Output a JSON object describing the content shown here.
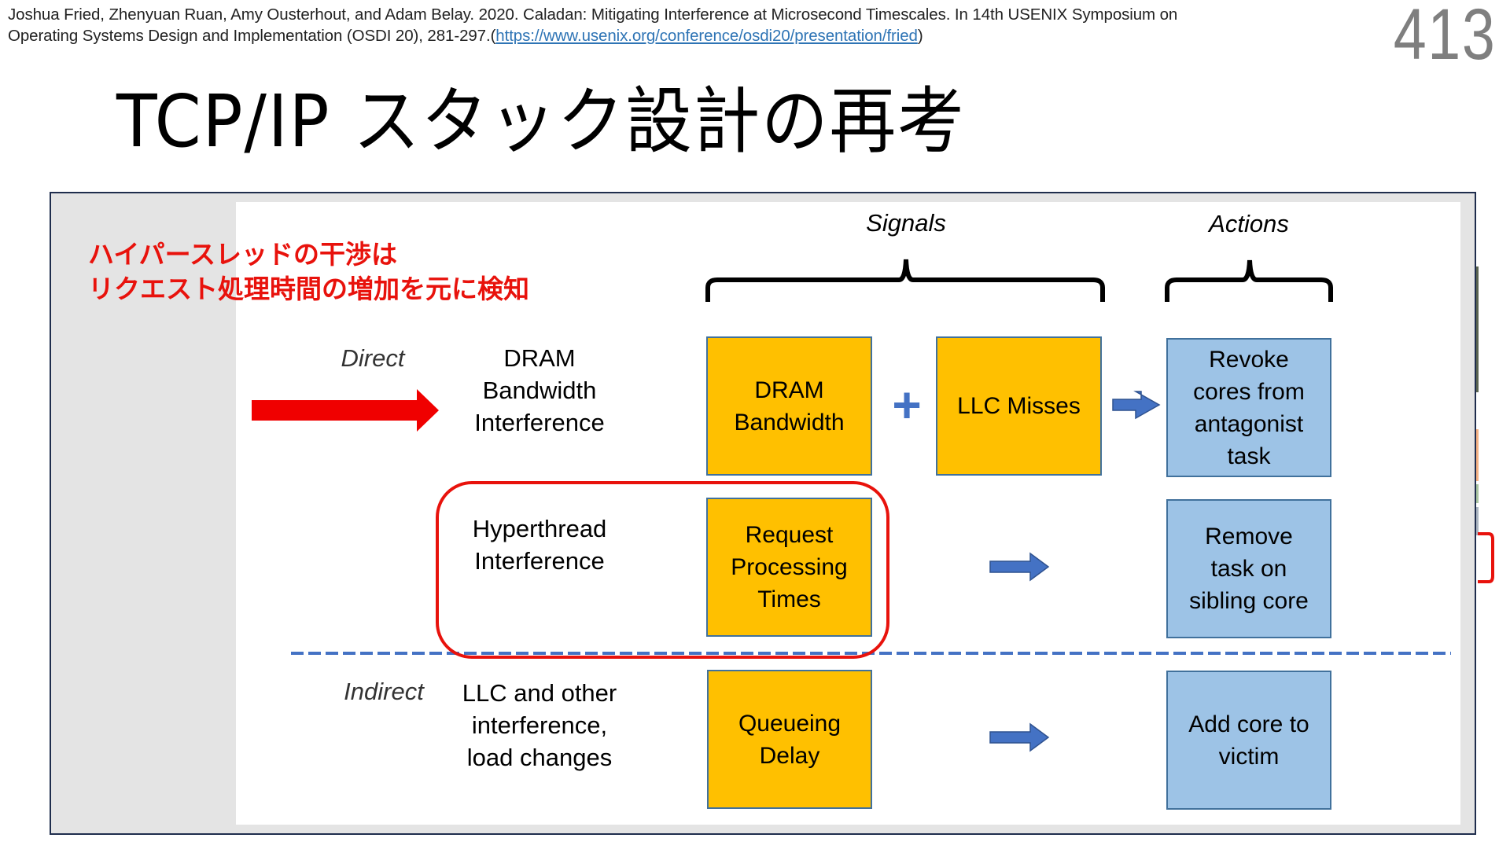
{
  "citation": {
    "line1": "Joshua Fried, Zhenyuan Ruan, Amy Ousterhout, and Adam Belay. 2020. Caladan: Mitigating Interference at Microsecond Timescales. In 14th USENIX Symposium on",
    "line2_prefix": "Operating Systems Design and Implementation (OSDI 20), 281-297.(",
    "link_text": "https://www.usenix.org/conference/osdi20/presentation/fried",
    "line2_suffix": ")"
  },
  "page_number": "413",
  "title": "TCP/IP スタック設計の再考",
  "annotation": {
    "line1": "ハイパースレッドの干渉は",
    "line2": "リクエスト処理時間の増加を元に検知",
    "color": "#E8120C"
  },
  "diagram": {
    "headers": {
      "signals": "Signals",
      "actions": "Actions"
    },
    "row_labels": {
      "direct": "Direct",
      "indirect": "Indirect"
    },
    "rows": [
      {
        "interference": [
          "DRAM",
          "Bandwidth",
          "Interference"
        ],
        "signals": [
          [
            "DRAM",
            "Bandwidth"
          ],
          [
            "LLC Misses"
          ]
        ],
        "combiner": "+",
        "action": [
          "Revoke",
          "cores from",
          "antagonist",
          "task"
        ]
      },
      {
        "interference": [
          "Hyperthread",
          "Interference"
        ],
        "signals": [
          [
            "Request",
            "Processing",
            "Times"
          ]
        ],
        "action": [
          "Remove",
          "task on",
          "sibling core"
        ],
        "highlighted": true
      },
      {
        "interference": [
          "LLC and other",
          "interference,",
          "load changes"
        ],
        "signals": [
          [
            "Queueing",
            "Delay"
          ]
        ],
        "action": [
          "Add core to",
          "victim"
        ]
      }
    ],
    "colors": {
      "signal_fill": "#FFC000",
      "action_fill": "#9DC3E6",
      "box_border": "#41719C",
      "arrow_blue": "#4472C4",
      "pointer_red": "#F00000",
      "highlight_red": "#E8120C",
      "frame_border": "#1F2D4D"
    }
  }
}
